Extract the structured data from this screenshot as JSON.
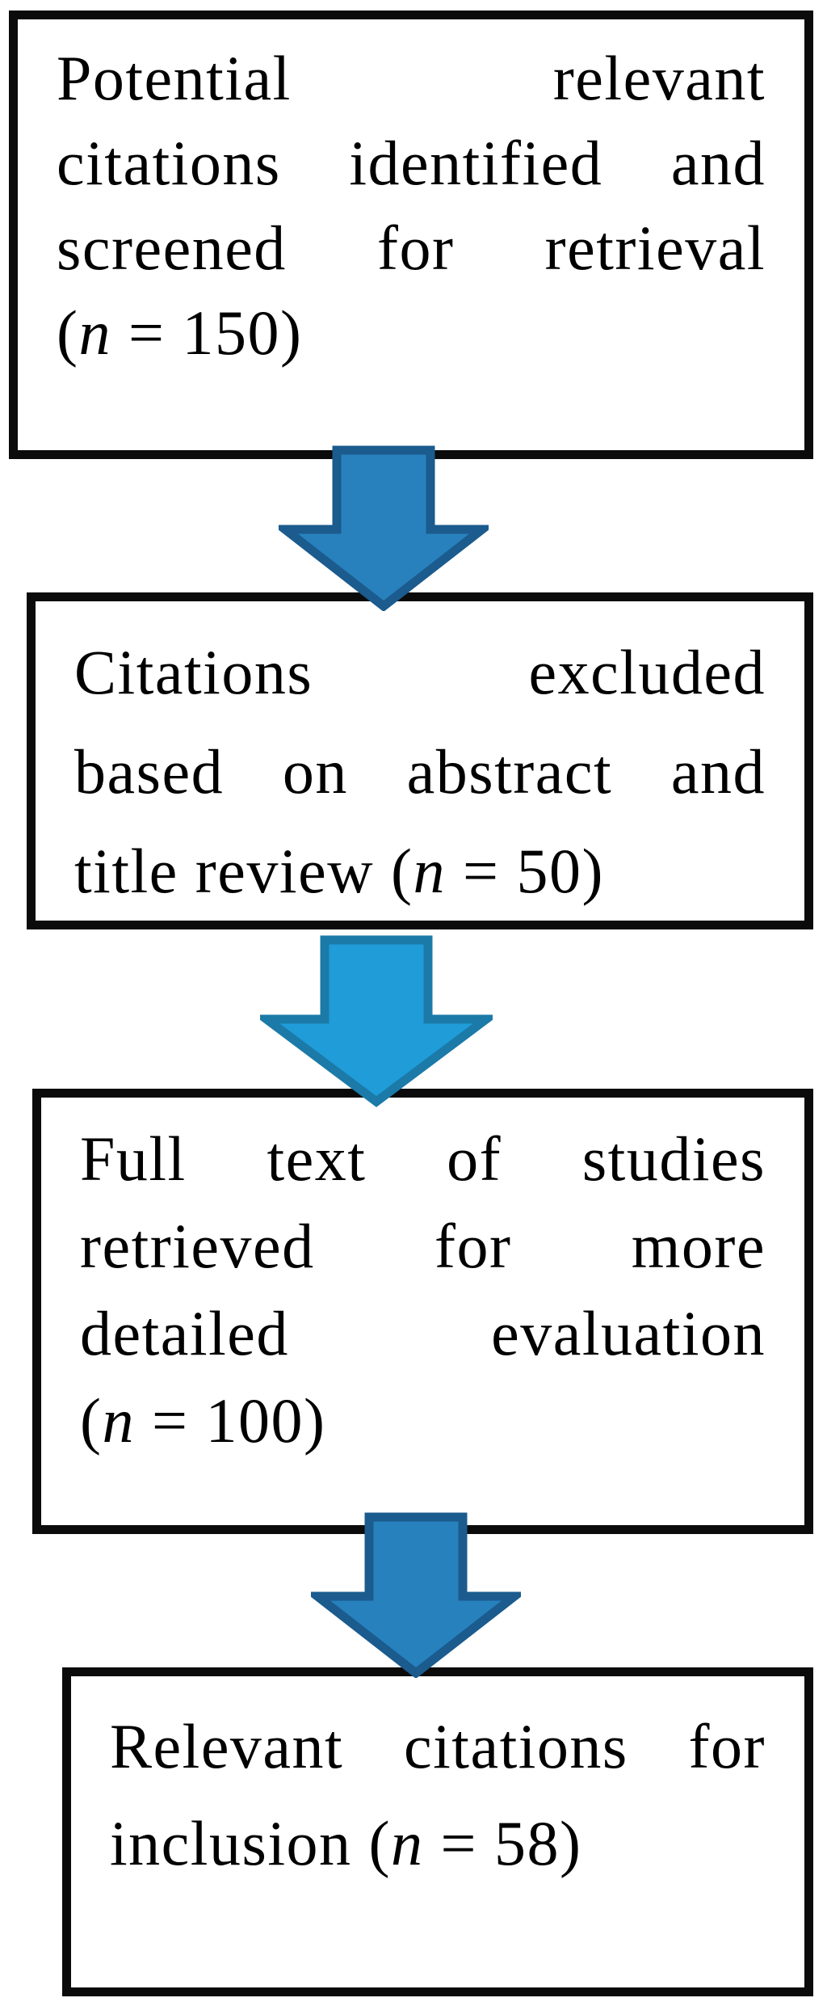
{
  "diagram": {
    "background_color": "#ffffff",
    "box_border_color": "#0b0b0b",
    "text_color": "#000000",
    "boxes": [
      {
        "id": "citations-identified",
        "lines": [
          "Potential relevant",
          "citations identified and",
          "screened for retrieval"
        ],
        "count": {
          "prefix": "(",
          "n": "n",
          "suffix": " = 150)"
        },
        "n_value": 150
      },
      {
        "id": "citations-excluded",
        "lines": [
          "Citations excluded",
          "based on abstract and"
        ],
        "count": {
          "prefix": "title review (",
          "n": "n",
          "suffix": " = 50)"
        },
        "n_value": 50
      },
      {
        "id": "full-text-retrieved",
        "lines": [
          "Full text of studies",
          "retrieved for more",
          "detailed evaluation"
        ],
        "count": {
          "prefix": "(",
          "n": "n",
          "suffix": " = 100)"
        },
        "n_value": 100
      },
      {
        "id": "relevant-for-inclusion",
        "lines": [
          "Relevant citations for"
        ],
        "count": {
          "prefix": "inclusion (",
          "n": "n",
          "suffix": " = 58)"
        },
        "n_value": 58
      }
    ],
    "arrows": [
      {
        "direction": "down",
        "fill": "#2881bd",
        "stroke": "#1b5b8d"
      },
      {
        "direction": "down",
        "fill": "#209cd8",
        "stroke": "#1b7aa8"
      },
      {
        "direction": "down",
        "fill": "#2781bd",
        "stroke": "#1b5b8d"
      }
    ]
  }
}
